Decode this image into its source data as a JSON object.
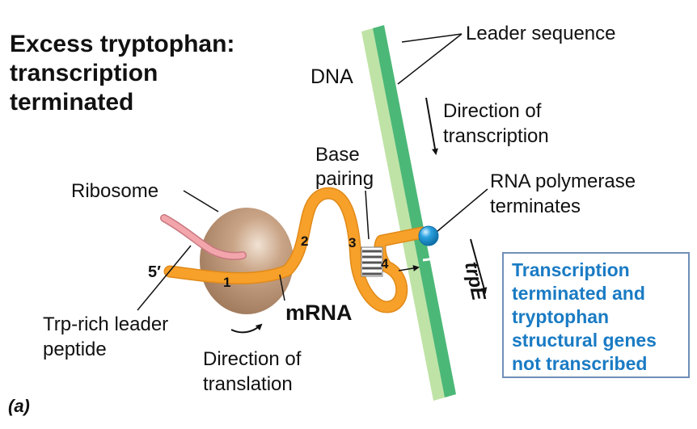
{
  "title": [
    "Excess tryptophan:",
    "transcription",
    "terminated"
  ],
  "labels": {
    "dna": "DNA",
    "leader_sequence": "Leader sequence",
    "direction_transcription": [
      "Direction of",
      "transcription"
    ],
    "base_pairing": [
      "Base",
      "pairing"
    ],
    "rna_polymerase": [
      "RNA polymerase",
      "terminates"
    ],
    "ribosome": "Ribosome",
    "trp_leader_peptide": [
      "Trp-rich leader",
      "peptide"
    ],
    "mrna": "mRNA",
    "direction_translation": [
      "Direction of",
      "translation"
    ],
    "five_prime": "5′",
    "gene": "trpE",
    "figure_label": "(a)"
  },
  "regions": [
    "1",
    "2",
    "3",
    "4"
  ],
  "result_box": [
    "Transcription",
    "terminated and",
    "tryptophan",
    "structural genes",
    "not transcribed"
  ],
  "colors": {
    "dna_light": "#bfe3a6",
    "dna_dark": "#4cb877",
    "mrna": "#f7a02a",
    "ribosome": "#b0876a",
    "peptide": "#f2a6ac",
    "polymerase": "#2aa2e0",
    "result_text": "#1a7bc4",
    "result_border": "#6f8fb8"
  }
}
